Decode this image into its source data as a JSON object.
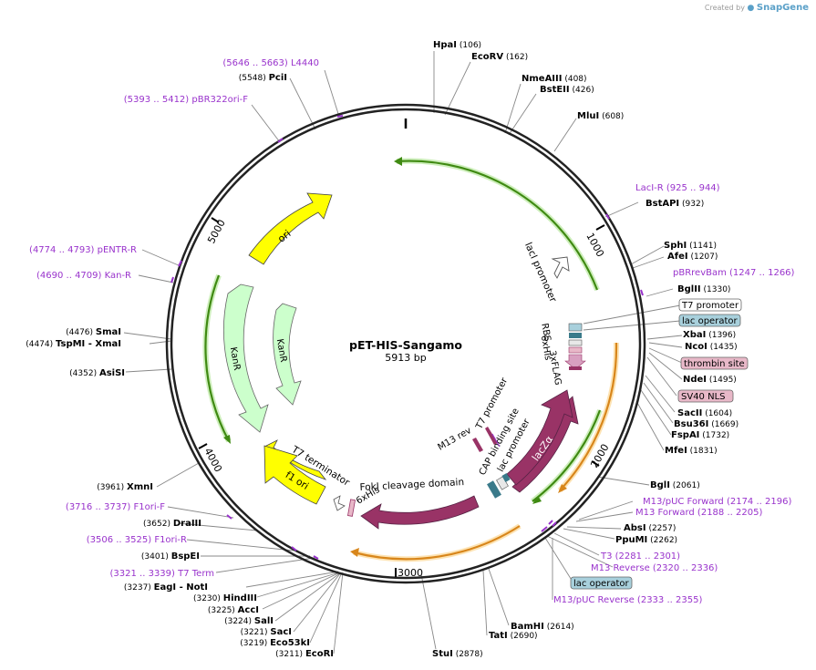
{
  "header": {
    "created_by": "Created by",
    "brand": "SnapGene",
    "brand_color": "#5aa0c8"
  },
  "plasmid": {
    "name": "pET-HIS-Sangamo",
    "length_label": "5913 bp",
    "length": 5913
  },
  "colors": {
    "ring": "#222222",
    "site_label": "#000000",
    "primer": "#9933cc",
    "gene_green": "#ccffcc",
    "origin_yellow": "#ffff00",
    "cds_purple": "#993366",
    "promoter_green": "#55aa22",
    "terminator_orange": "#e8a02a",
    "thrombin_fill": "#e8b8c8",
    "lacop_fill": "#a8d0dc"
  },
  "ticks": [
    "1000",
    "2000",
    "3000",
    "4000",
    "5000"
  ],
  "restriction_sites": [
    {
      "name": "HpaI",
      "pos": "(106)",
      "num_first": false
    },
    {
      "name": "EcoRV",
      "pos": "(162)",
      "num_first": false
    },
    {
      "name": "NmeAIII",
      "pos": "(408)",
      "num_first": false
    },
    {
      "name": "BstEII",
      "pos": "(426)",
      "num_first": false
    },
    {
      "name": "MluI",
      "pos": "(608)",
      "num_first": false
    },
    {
      "name": "BstAPI",
      "pos": "(932)",
      "num_first": false
    },
    {
      "name": "SphI",
      "pos": "(1141)",
      "num_first": false
    },
    {
      "name": "AfeI",
      "pos": "(1207)",
      "num_first": false
    },
    {
      "name": "BglII",
      "pos": "(1330)",
      "num_first": false
    },
    {
      "name": "XbaI",
      "pos": "(1396)",
      "num_first": false
    },
    {
      "name": "NcoI",
      "pos": "(1435)",
      "num_first": false
    },
    {
      "name": "NdeI",
      "pos": "(1495)",
      "num_first": false
    },
    {
      "name": "SacII",
      "pos": "(1604)",
      "num_first": false
    },
    {
      "name": "Bsu36I",
      "pos": "(1669)",
      "num_first": false
    },
    {
      "name": "FspAI",
      "pos": "(1732)",
      "num_first": false
    },
    {
      "name": "MfeI",
      "pos": "(1831)",
      "num_first": false
    },
    {
      "name": "BglI",
      "pos": "(2061)",
      "num_first": false
    },
    {
      "name": "AbsI",
      "pos": "(2257)",
      "num_first": false
    },
    {
      "name": "PpuMI",
      "pos": "(2262)",
      "num_first": false
    },
    {
      "name": "BamHI",
      "pos": "(2614)",
      "num_first": false
    },
    {
      "name": "TatI",
      "pos": "(2690)",
      "num_first": false
    },
    {
      "name": "StuI",
      "pos": "(2878)",
      "num_first": false
    },
    {
      "name": "EcoRI",
      "pos": "(3211)",
      "num_first": true
    },
    {
      "name": "Eco53kI",
      "pos": "(3219)",
      "num_first": true
    },
    {
      "name": "SacI",
      "pos": "(3221)",
      "num_first": true
    },
    {
      "name": "SalI",
      "pos": "(3224)",
      "num_first": true
    },
    {
      "name": "AccI",
      "pos": "(3225)",
      "num_first": true
    },
    {
      "name": "HindIII",
      "pos": "(3230)",
      "num_first": true
    },
    {
      "name": "EagI",
      "pos": "(3237)",
      "num_first": true,
      "suffix": "- NotI"
    },
    {
      "name": "BspEI",
      "pos": "(3401)",
      "num_first": true
    },
    {
      "name": "DraIII",
      "pos": "(3652)",
      "num_first": true
    },
    {
      "name": "XmnI",
      "pos": "(3961)",
      "num_first": true
    },
    {
      "name": "AsiSI",
      "pos": "(4352)",
      "num_first": true
    },
    {
      "name": "TspMI",
      "pos": "(4474)",
      "num_first": true,
      "suffix": "- XmaI"
    },
    {
      "name": "SmaI",
      "pos": "(4476)",
      "num_first": true
    },
    {
      "name": "PciI",
      "pos": "(5548)",
      "num_first": true
    }
  ],
  "primers": [
    {
      "name": "L4440",
      "range": "(5646 .. 5663)",
      "range_first": true
    },
    {
      "name": "pBR322ori-F",
      "range": "(5393 .. 5412)",
      "range_first": true
    },
    {
      "name": "pENTR-R",
      "range": "(4774 .. 4793)",
      "range_first": true
    },
    {
      "name": "Kan-R",
      "range": "(4690 .. 4709)",
      "range_first": true
    },
    {
      "name": "F1ori-F",
      "range": "(3716 .. 3737)",
      "range_first": true
    },
    {
      "name": "F1ori-R",
      "range": "(3506 .. 3525)",
      "range_first": true
    },
    {
      "name": "T7 Term",
      "range": "(3321 .. 3339)",
      "range_first": true
    },
    {
      "name": "LacI-R",
      "range": "(925 .. 944)",
      "range_first": false
    },
    {
      "name": "pBRrevBam",
      "range": "(1247 .. 1266)",
      "range_first": false
    },
    {
      "name": "M13/pUC Forward",
      "range": "(2174 .. 2196)",
      "range_first": false
    },
    {
      "name": "M13 Forward",
      "range": "(2188 .. 2205)",
      "range_first": false
    },
    {
      "name": "T3",
      "range": "(2281 .. 2301)",
      "range_first": false
    },
    {
      "name": "M13 Reverse",
      "range": "(2320 .. 2336)",
      "range_first": false
    },
    {
      "name": "M13/pUC Reverse",
      "range": "(2333 .. 2355)",
      "range_first": false
    }
  ],
  "boxed_features": [
    {
      "name": "T7 promoter",
      "fill": "#ffffff"
    },
    {
      "name": "lac operator",
      "fill": "#a8d0dc"
    },
    {
      "name": "thrombin site",
      "fill": "#e8b8c8"
    },
    {
      "name": "SV40 NLS",
      "fill": "#e8b8c8"
    },
    {
      "name": "lac operator",
      "fill": "#a8d0dc"
    }
  ],
  "inner_features": {
    "ori": "ori",
    "kanR_outer": "KanR",
    "kanR_inner": "KanR",
    "f1_ori": "f1 ori",
    "lacZa": "lacZα",
    "laci_promoter": "lacI promoter",
    "rbs": "RBS",
    "his6_top": "6xHis",
    "flag3": "3xFLAG",
    "t7_promoter_inner": "T7 promoter",
    "cap_binding": "CAP binding site",
    "lac_promoter": "lac promoter",
    "m13_rev": "M13 rev",
    "fokI": "FokI cleavage domain",
    "his6_bottom": "6xHis",
    "t7_terminator": "T7 terminator"
  }
}
